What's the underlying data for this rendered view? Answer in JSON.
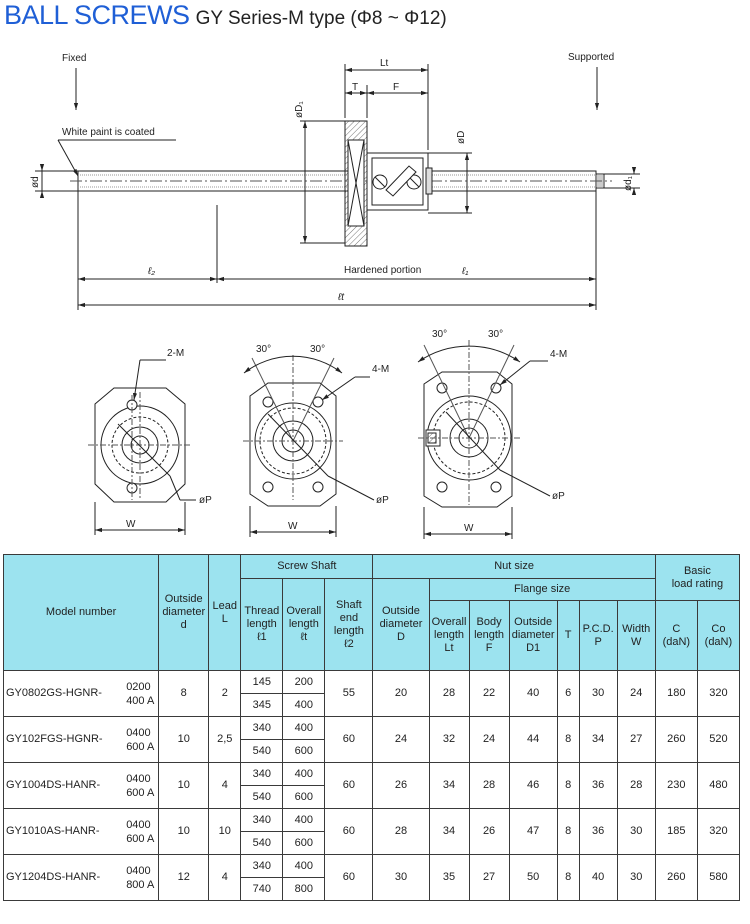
{
  "title": {
    "main": "BALL SCREWS",
    "sub": "GY Series-M type (Φ8 ~ Φ12)"
  },
  "drawing": {
    "fixed": "Fixed",
    "supported": "Supported",
    "white_paint": "White paint is coated",
    "hardened": "Hardened portion",
    "dim_lt": "Lt",
    "dim_t": "T",
    "dim_f": "F",
    "dim_d1": "øD₁",
    "dim_d": "øD",
    "dim_shaft_d": "ød",
    "dim_d1_end": "ød₁",
    "dim_l2": "ℓ₂",
    "dim_l1": "ℓ₁",
    "dim_lt_total": "ℓt",
    "angle": "30°",
    "label_2m": "2-M",
    "label_4m": "4-M",
    "label_p": "øP",
    "label_w": "W"
  },
  "table": {
    "headers": {
      "model": "Model number",
      "outside_diameter": [
        "Outside",
        "diameter",
        "d"
      ],
      "lead": [
        "Lead",
        "L"
      ],
      "screw_shaft": "Screw Shaft",
      "thread_length": [
        "Thread",
        "length",
        "ℓ1"
      ],
      "overall_length": [
        "Overall",
        "length",
        "ℓt"
      ],
      "shaft_end_length": [
        "Shaft",
        "end",
        "length",
        "ℓ2"
      ],
      "nut_size": "Nut size",
      "nut_outside_diameter": [
        "Outside",
        "diameter",
        "D"
      ],
      "flange_size": "Flange size",
      "flange_overall_length": [
        "Overall",
        "length",
        "Lt"
      ],
      "body_length": [
        "Body",
        "length",
        "F"
      ],
      "flange_outside_diameter": [
        "Outside",
        "diameter",
        "D1"
      ],
      "t": "T",
      "pcd": [
        "P.C.D.",
        "P"
      ],
      "width": [
        "Width",
        "W"
      ],
      "basic_load": [
        "Basic",
        "load rating"
      ],
      "c": [
        "C",
        "(daN)"
      ],
      "co": [
        "Co",
        "(daN)"
      ]
    },
    "rows": [
      {
        "model": "GY0802GS-HGNR-",
        "suffix": [
          "0200",
          "400 A"
        ],
        "d": "8",
        "lead": "2",
        "thread": [
          "145",
          "345"
        ],
        "overall": [
          "200",
          "400"
        ],
        "shaft_end": "55",
        "nut_d": "20",
        "lt": "28",
        "f": "22",
        "d1": "40",
        "t": "6",
        "p": "30",
        "w": "24",
        "c": "180",
        "co": "320"
      },
      {
        "model": "GY102FGS-HGNR-",
        "suffix": [
          "0400",
          "600 A"
        ],
        "d": "10",
        "lead": "2,5",
        "thread": [
          "340",
          "540"
        ],
        "overall": [
          "400",
          "600"
        ],
        "shaft_end": "60",
        "nut_d": "24",
        "lt": "32",
        "f": "24",
        "d1": "44",
        "t": "8",
        "p": "34",
        "w": "27",
        "c": "260",
        "co": "520"
      },
      {
        "model": "GY1004DS-HANR-",
        "suffix": [
          "0400",
          "600 A"
        ],
        "d": "10",
        "lead": "4",
        "thread": [
          "340",
          "540"
        ],
        "overall": [
          "400",
          "600"
        ],
        "shaft_end": "60",
        "nut_d": "26",
        "lt": "34",
        "f": "28",
        "d1": "46",
        "t": "8",
        "p": "36",
        "w": "28",
        "c": "230",
        "co": "480"
      },
      {
        "model": "GY1010AS-HANR-",
        "suffix": [
          "0400",
          "600 A"
        ],
        "d": "10",
        "lead": "10",
        "thread": [
          "340",
          "540"
        ],
        "overall": [
          "400",
          "600"
        ],
        "shaft_end": "60",
        "nut_d": "28",
        "lt": "34",
        "f": "26",
        "d1": "47",
        "t": "8",
        "p": "36",
        "w": "30",
        "c": "185",
        "co": "320"
      },
      {
        "model": "GY1204DS-HANR-",
        "suffix": [
          "0400",
          "800 A"
        ],
        "d": "12",
        "lead": "4",
        "thread": [
          "340",
          "740"
        ],
        "overall": [
          "400",
          "800"
        ],
        "shaft_end": "60",
        "nut_d": "30",
        "lt": "35",
        "f": "27",
        "d1": "50",
        "t": "8",
        "p": "40",
        "w": "30",
        "c": "260",
        "co": "580"
      }
    ]
  }
}
